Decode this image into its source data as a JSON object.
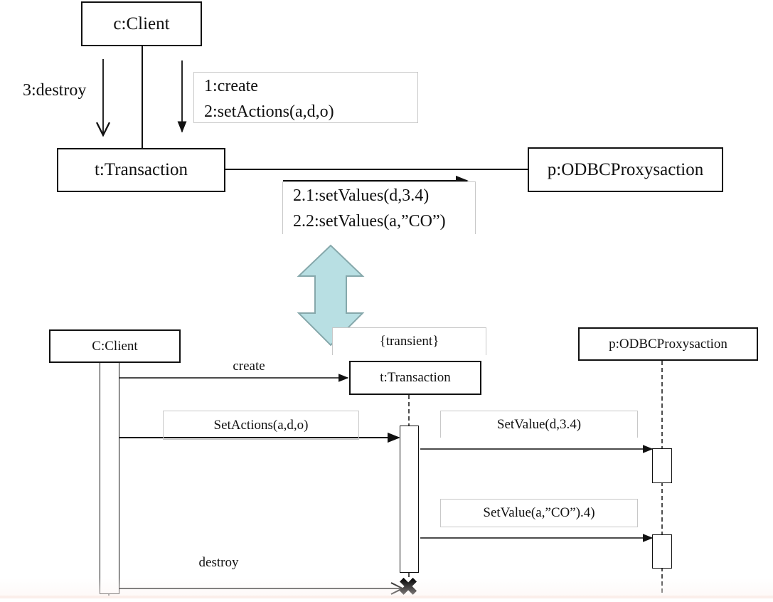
{
  "collaboration": {
    "objects": {
      "client": "c:Client",
      "transaction": "t:Transaction",
      "proxy": "p:ODBCProxysaction"
    },
    "messages": {
      "destroy": "3:destroy",
      "client_to_transaction": [
        "1:create",
        "2:setActions(a,d,o)"
      ],
      "transaction_to_proxy": [
        "2.1:setValues(d,3.4)",
        "2.2:setValues(a,”CO”)"
      ]
    }
  },
  "equivalence_arrow": {
    "icon": "double-headed-vertical-arrow",
    "fill": "#b8dfe3",
    "stroke": "#86a8ab"
  },
  "sequence": {
    "lifelines": {
      "client": "C:Client",
      "transaction": "t:Transaction",
      "transaction_constraint": "{transient}",
      "proxy": "p:ODBCProxysaction"
    },
    "messages": {
      "create": "create",
      "set_actions": "SetActions(a,d,o)",
      "set_value_1": "SetValue(d,3.4)",
      "set_value_2": "SetValue(a,”CO”).4)",
      "destroy": "destroy"
    },
    "destroy_marker": "✖"
  }
}
